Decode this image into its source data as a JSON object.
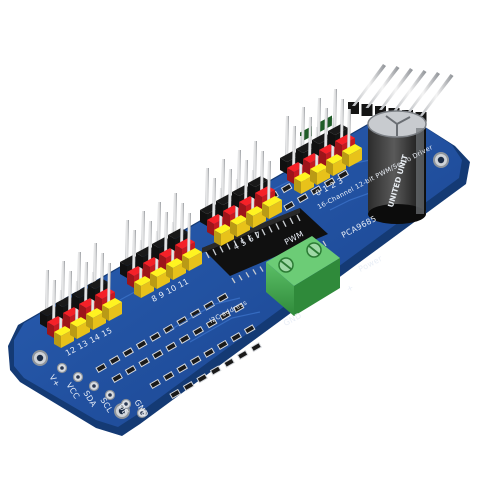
{
  "board": {
    "chip_label": "PCA9685",
    "title_silk": "16-Channel 12-bit PWM/Servo Driver",
    "pwm_label": "PWM",
    "pins_left": [
      "V+",
      "VCC",
      "SDA",
      "SCL",
      "OE",
      "GND"
    ],
    "power_label": "Power",
    "gnd_label": "GND",
    "plus_label": "+",
    "channel_groups": [
      "12 13 14 15",
      "8 9 10 11",
      "4 5 6 7",
      "0 1 2 3"
    ],
    "address_label": "I2C address",
    "cap_brand": "UNITED UNIT"
  },
  "colors": {
    "pcb": "#1f4e9a",
    "pcb_edge": "#163b78",
    "header_black": "#141414",
    "header_red": "#c41a20",
    "header_yellow": "#e8c21a",
    "terminal_green": "#3fa34a",
    "capacitor": "#1b1b1b"
  }
}
